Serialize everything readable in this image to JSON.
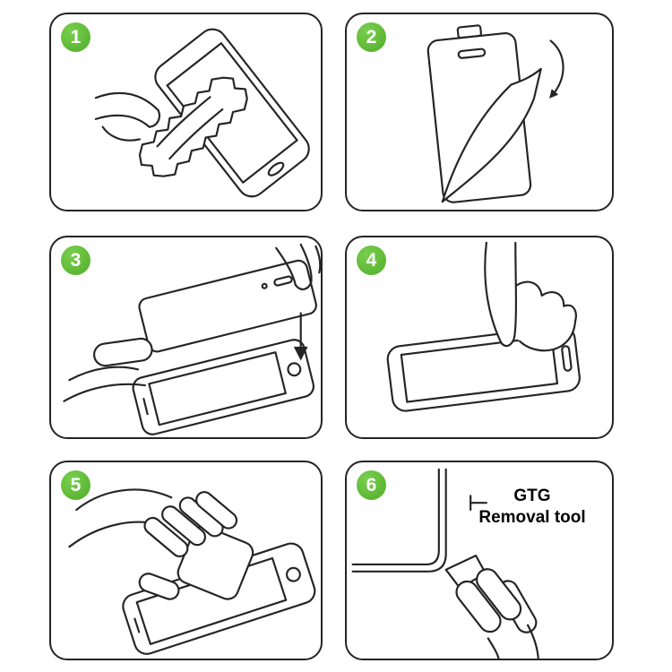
{
  "colors": {
    "accent": "#51ad27",
    "accent_light": "#79cf50",
    "outline": "#242424",
    "background": "#ffffff"
  },
  "steps": [
    {
      "number": "1",
      "name": "clean-the-screen"
    },
    {
      "number": "2",
      "name": "peel-off-backing-film"
    },
    {
      "number": "3",
      "name": "align-and-lower-glass"
    },
    {
      "number": "4",
      "name": "press-screen-center"
    },
    {
      "number": "5",
      "name": "smooth-with-card"
    },
    {
      "number": "6",
      "name": "lift-with-removal-tool",
      "label": {
        "line1": "GTG",
        "line2": "Removal tool"
      }
    }
  ]
}
